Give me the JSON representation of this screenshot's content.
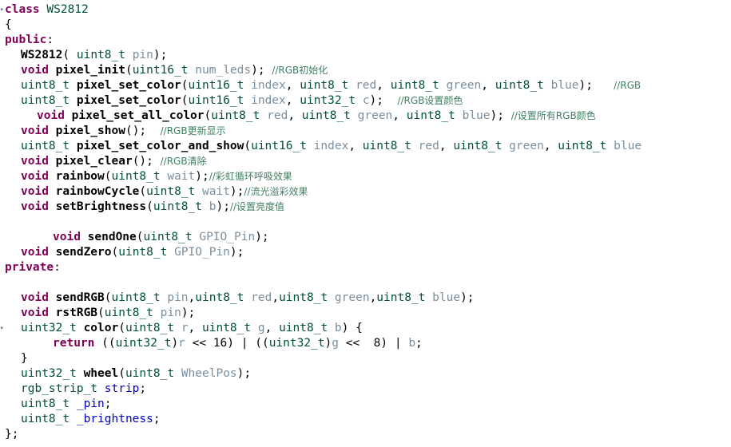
{
  "lines": [
    {
      "i": 0,
      "fold": true,
      "tokens": [
        {
          "c": "kw",
          "t": "class"
        },
        {
          "c": "op",
          "t": " "
        },
        {
          "c": "cls",
          "t": "WS2812"
        }
      ]
    },
    {
      "i": 0,
      "tokens": [
        {
          "c": "op",
          "t": "{"
        }
      ]
    },
    {
      "i": 0,
      "tokens": [
        {
          "c": "kw",
          "t": "public"
        },
        {
          "c": "op",
          "t": ":"
        }
      ]
    },
    {
      "i": 1,
      "tokens": [
        {
          "c": "fn",
          "t": "WS2812"
        },
        {
          "c": "op",
          "t": "( "
        },
        {
          "c": "ty",
          "t": "uint8_t"
        },
        {
          "c": "op",
          "t": " "
        },
        {
          "c": "prm",
          "t": "pin"
        },
        {
          "c": "op",
          "t": ");"
        }
      ]
    },
    {
      "i": 1,
      "tokens": [
        {
          "c": "kw",
          "t": "void"
        },
        {
          "c": "op",
          "t": " "
        },
        {
          "c": "fn",
          "t": "pixel_init"
        },
        {
          "c": "op",
          "t": "("
        },
        {
          "c": "ty",
          "t": "uint16_t"
        },
        {
          "c": "op",
          "t": " "
        },
        {
          "c": "prm",
          "t": "num_leds"
        },
        {
          "c": "op",
          "t": "); "
        },
        {
          "c": "cm",
          "t": "//RGB初始化"
        }
      ]
    },
    {
      "i": 1,
      "tokens": [
        {
          "c": "ty",
          "t": "uint8_t"
        },
        {
          "c": "op",
          "t": " "
        },
        {
          "c": "fn",
          "t": "pixel_set_color"
        },
        {
          "c": "op",
          "t": "("
        },
        {
          "c": "ty",
          "t": "uint16_t"
        },
        {
          "c": "op",
          "t": " "
        },
        {
          "c": "prm",
          "t": "index"
        },
        {
          "c": "op",
          "t": ", "
        },
        {
          "c": "ty",
          "t": "uint8_t"
        },
        {
          "c": "op",
          "t": " "
        },
        {
          "c": "prm",
          "t": "red"
        },
        {
          "c": "op",
          "t": ", "
        },
        {
          "c": "ty",
          "t": "uint8_t"
        },
        {
          "c": "op",
          "t": " "
        },
        {
          "c": "prm",
          "t": "green"
        },
        {
          "c": "op",
          "t": ", "
        },
        {
          "c": "ty",
          "t": "uint8_t"
        },
        {
          "c": "op",
          "t": " "
        },
        {
          "c": "prm",
          "t": "blue"
        },
        {
          "c": "op",
          "t": ");   "
        },
        {
          "c": "cm",
          "t": "//RGB"
        }
      ]
    },
    {
      "i": 1,
      "tokens": [
        {
          "c": "ty",
          "t": "uint8_t"
        },
        {
          "c": "op",
          "t": " "
        },
        {
          "c": "fn",
          "t": "pixel_set_color"
        },
        {
          "c": "op",
          "t": "("
        },
        {
          "c": "ty",
          "t": "uint16_t"
        },
        {
          "c": "op",
          "t": " "
        },
        {
          "c": "prm",
          "t": "index"
        },
        {
          "c": "op",
          "t": ", "
        },
        {
          "c": "ty",
          "t": "uint32_t"
        },
        {
          "c": "op",
          "t": " "
        },
        {
          "c": "prm",
          "t": "c"
        },
        {
          "c": "op",
          "t": ");  "
        },
        {
          "c": "cm",
          "t": "//RGB设置颜色"
        }
      ]
    },
    {
      "i": 2,
      "tokens": [
        {
          "c": "kw",
          "t": "void"
        },
        {
          "c": "op",
          "t": " "
        },
        {
          "c": "fn",
          "t": "pixel_set_all_color"
        },
        {
          "c": "op",
          "t": "("
        },
        {
          "c": "ty",
          "t": "uint8_t"
        },
        {
          "c": "op",
          "t": " "
        },
        {
          "c": "prm",
          "t": "red"
        },
        {
          "c": "op",
          "t": ", "
        },
        {
          "c": "ty",
          "t": "uint8_t"
        },
        {
          "c": "op",
          "t": " "
        },
        {
          "c": "prm",
          "t": "green"
        },
        {
          "c": "op",
          "t": ", "
        },
        {
          "c": "ty",
          "t": "uint8_t"
        },
        {
          "c": "op",
          "t": " "
        },
        {
          "c": "prm",
          "t": "blue"
        },
        {
          "c": "op",
          "t": "); "
        },
        {
          "c": "cm",
          "t": "//设置所有RGB颜色"
        }
      ]
    },
    {
      "i": 1,
      "tokens": [
        {
          "c": "kw",
          "t": "void"
        },
        {
          "c": "op",
          "t": " "
        },
        {
          "c": "fn",
          "t": "pixel_show"
        },
        {
          "c": "op",
          "t": "();  "
        },
        {
          "c": "cm",
          "t": "//RGB更新显示"
        }
      ]
    },
    {
      "i": 1,
      "tokens": [
        {
          "c": "ty",
          "t": "uint8_t"
        },
        {
          "c": "op",
          "t": " "
        },
        {
          "c": "fn",
          "t": "pixel_set_color_and_show"
        },
        {
          "c": "op",
          "t": "("
        },
        {
          "c": "ty",
          "t": "uint16_t"
        },
        {
          "c": "op",
          "t": " "
        },
        {
          "c": "prm",
          "t": "index"
        },
        {
          "c": "op",
          "t": ", "
        },
        {
          "c": "ty",
          "t": "uint8_t"
        },
        {
          "c": "op",
          "t": " "
        },
        {
          "c": "prm",
          "t": "red"
        },
        {
          "c": "op",
          "t": ", "
        },
        {
          "c": "ty",
          "t": "uint8_t"
        },
        {
          "c": "op",
          "t": " "
        },
        {
          "c": "prm",
          "t": "green"
        },
        {
          "c": "op",
          "t": ", "
        },
        {
          "c": "ty",
          "t": "uint8_t"
        },
        {
          "c": "op",
          "t": " "
        },
        {
          "c": "prm",
          "t": "blue"
        }
      ]
    },
    {
      "i": 1,
      "tokens": [
        {
          "c": "kw",
          "t": "void"
        },
        {
          "c": "op",
          "t": " "
        },
        {
          "c": "fn",
          "t": "pixel_clear"
        },
        {
          "c": "op",
          "t": "(); "
        },
        {
          "c": "cm",
          "t": "//RGB清除"
        }
      ]
    },
    {
      "i": 1,
      "tokens": [
        {
          "c": "kw",
          "t": "void"
        },
        {
          "c": "op",
          "t": " "
        },
        {
          "c": "fn",
          "t": "rainbow"
        },
        {
          "c": "op",
          "t": "("
        },
        {
          "c": "ty",
          "t": "uint8_t"
        },
        {
          "c": "op",
          "t": " "
        },
        {
          "c": "prm",
          "t": "wait"
        },
        {
          "c": "op",
          "t": ");"
        },
        {
          "c": "cm",
          "t": "//彩虹循环呼吸效果"
        }
      ]
    },
    {
      "i": 1,
      "tokens": [
        {
          "c": "kw",
          "t": "void"
        },
        {
          "c": "op",
          "t": " "
        },
        {
          "c": "fn",
          "t": "rainbowCycle"
        },
        {
          "c": "op",
          "t": "("
        },
        {
          "c": "ty",
          "t": "uint8_t"
        },
        {
          "c": "op",
          "t": " "
        },
        {
          "c": "prm",
          "t": "wait"
        },
        {
          "c": "op",
          "t": ");"
        },
        {
          "c": "cm",
          "t": "//流光溢彩效果"
        }
      ]
    },
    {
      "i": 1,
      "tokens": [
        {
          "c": "kw",
          "t": "void"
        },
        {
          "c": "op",
          "t": " "
        },
        {
          "c": "fn",
          "t": "setBrightness"
        },
        {
          "c": "op",
          "t": "("
        },
        {
          "c": "ty",
          "t": "uint8_t"
        },
        {
          "c": "op",
          "t": " "
        },
        {
          "c": "prm",
          "t": "b"
        },
        {
          "c": "op",
          "t": ");"
        },
        {
          "c": "cm",
          "t": "//设置亮度值"
        }
      ]
    },
    {
      "i": 0,
      "tokens": []
    },
    {
      "i": 3,
      "tokens": [
        {
          "c": "kw",
          "t": "void"
        },
        {
          "c": "op",
          "t": " "
        },
        {
          "c": "fn",
          "t": "sendOne"
        },
        {
          "c": "op",
          "t": "("
        },
        {
          "c": "ty",
          "t": "uint8_t"
        },
        {
          "c": "op",
          "t": " "
        },
        {
          "c": "prm",
          "t": "GPIO_Pin"
        },
        {
          "c": "op",
          "t": ");"
        }
      ]
    },
    {
      "i": 1,
      "tokens": [
        {
          "c": "kw",
          "t": "void"
        },
        {
          "c": "op",
          "t": " "
        },
        {
          "c": "fn",
          "t": "sendZero"
        },
        {
          "c": "op",
          "t": "("
        },
        {
          "c": "ty",
          "t": "uint8_t"
        },
        {
          "c": "op",
          "t": " "
        },
        {
          "c": "prm",
          "t": "GPIO_Pin"
        },
        {
          "c": "op",
          "t": ");"
        }
      ]
    },
    {
      "i": 0,
      "tokens": [
        {
          "c": "kw",
          "t": "private"
        },
        {
          "c": "op",
          "t": ":"
        }
      ]
    },
    {
      "i": 0,
      "tokens": []
    },
    {
      "i": 1,
      "tokens": [
        {
          "c": "kw",
          "t": "void"
        },
        {
          "c": "op",
          "t": " "
        },
        {
          "c": "fn",
          "t": "sendRGB"
        },
        {
          "c": "op",
          "t": "("
        },
        {
          "c": "ty",
          "t": "uint8_t"
        },
        {
          "c": "op",
          "t": " "
        },
        {
          "c": "prm",
          "t": "pin"
        },
        {
          "c": "op",
          "t": ","
        },
        {
          "c": "ty",
          "t": "uint8_t"
        },
        {
          "c": "op",
          "t": " "
        },
        {
          "c": "prm",
          "t": "red"
        },
        {
          "c": "op",
          "t": ","
        },
        {
          "c": "ty",
          "t": "uint8_t"
        },
        {
          "c": "op",
          "t": " "
        },
        {
          "c": "prm",
          "t": "green"
        },
        {
          "c": "op",
          "t": ","
        },
        {
          "c": "ty",
          "t": "uint8_t"
        },
        {
          "c": "op",
          "t": " "
        },
        {
          "c": "prm",
          "t": "blue"
        },
        {
          "c": "op",
          "t": ");"
        }
      ]
    },
    {
      "i": 1,
      "tokens": [
        {
          "c": "kw",
          "t": "void"
        },
        {
          "c": "op",
          "t": " "
        },
        {
          "c": "fn",
          "t": "rstRGB"
        },
        {
          "c": "op",
          "t": "("
        },
        {
          "c": "ty",
          "t": "uint8_t"
        },
        {
          "c": "op",
          "t": " "
        },
        {
          "c": "prm",
          "t": "pin"
        },
        {
          "c": "op",
          "t": ");"
        }
      ]
    },
    {
      "i": 1,
      "fold": true,
      "tokens": [
        {
          "c": "ty",
          "t": "uint32_t"
        },
        {
          "c": "op",
          "t": " "
        },
        {
          "c": "fn",
          "t": "color"
        },
        {
          "c": "op",
          "t": "("
        },
        {
          "c": "ty",
          "t": "uint8_t"
        },
        {
          "c": "op",
          "t": " "
        },
        {
          "c": "prm",
          "t": "r"
        },
        {
          "c": "op",
          "t": ", "
        },
        {
          "c": "ty",
          "t": "uint8_t"
        },
        {
          "c": "op",
          "t": " "
        },
        {
          "c": "prm",
          "t": "g"
        },
        {
          "c": "op",
          "t": ", "
        },
        {
          "c": "ty",
          "t": "uint8_t"
        },
        {
          "c": "op",
          "t": " "
        },
        {
          "c": "prm",
          "t": "b"
        },
        {
          "c": "op",
          "t": ") {"
        }
      ]
    },
    {
      "i": 3,
      "tokens": [
        {
          "c": "kw",
          "t": "return"
        },
        {
          "c": "op",
          "t": " (("
        },
        {
          "c": "cast",
          "t": "uint32_t"
        },
        {
          "c": "op",
          "t": ")"
        },
        {
          "c": "prm",
          "t": "r"
        },
        {
          "c": "op",
          "t": " << "
        },
        {
          "c": "num",
          "t": "16"
        },
        {
          "c": "op",
          "t": ") | (("
        },
        {
          "c": "cast",
          "t": "uint32_t"
        },
        {
          "c": "op",
          "t": ")"
        },
        {
          "c": "prm",
          "t": "g"
        },
        {
          "c": "op",
          "t": " <<  "
        },
        {
          "c": "num",
          "t": "8"
        },
        {
          "c": "op",
          "t": ") | "
        },
        {
          "c": "prm",
          "t": "b"
        },
        {
          "c": "op",
          "t": ";"
        }
      ]
    },
    {
      "i": 1,
      "tokens": [
        {
          "c": "op",
          "t": "}"
        }
      ]
    },
    {
      "i": 1,
      "tokens": [
        {
          "c": "ty",
          "t": "uint32_t"
        },
        {
          "c": "op",
          "t": " "
        },
        {
          "c": "fn",
          "t": "wheel"
        },
        {
          "c": "op",
          "t": "("
        },
        {
          "c": "ty",
          "t": "uint8_t"
        },
        {
          "c": "op",
          "t": " "
        },
        {
          "c": "prm",
          "t": "WheelPos"
        },
        {
          "c": "op",
          "t": ");"
        }
      ]
    },
    {
      "i": 1,
      "tokens": [
        {
          "c": "ty",
          "t": "rgb_strip_t"
        },
        {
          "c": "op",
          "t": " "
        },
        {
          "c": "fld",
          "t": "strip"
        },
        {
          "c": "op",
          "t": ";"
        }
      ]
    },
    {
      "i": 1,
      "tokens": [
        {
          "c": "ty",
          "t": "uint8_t"
        },
        {
          "c": "op",
          "t": " "
        },
        {
          "c": "fld",
          "t": "_pin"
        },
        {
          "c": "op",
          "t": ";"
        }
      ]
    },
    {
      "i": 1,
      "tokens": [
        {
          "c": "ty",
          "t": "uint8_t"
        },
        {
          "c": "op",
          "t": " "
        },
        {
          "c": "fld",
          "t": "_brightness"
        },
        {
          "c": "op",
          "t": ";"
        }
      ]
    },
    {
      "i": 0,
      "tokens": [
        {
          "c": "op",
          "t": "};"
        }
      ]
    }
  ]
}
